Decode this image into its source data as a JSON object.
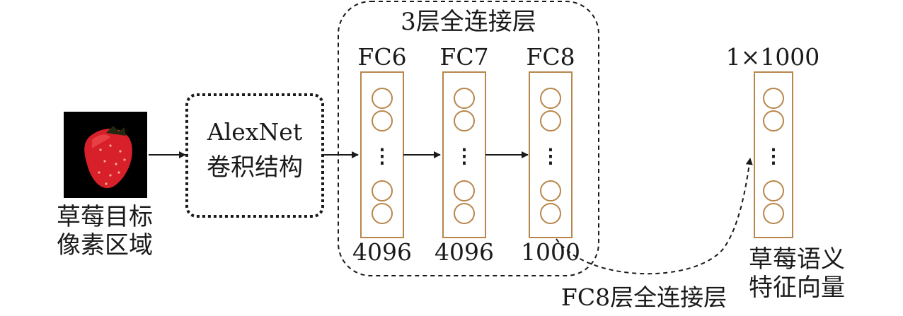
{
  "input": {
    "label_line1": "草莓目标",
    "label_line2": "像素区域"
  },
  "conv": {
    "line1": "AlexNet",
    "line2": "卷积结构"
  },
  "fc_group": {
    "title": "3层全连接层",
    "layers": [
      {
        "name": "FC6",
        "size": "4096"
      },
      {
        "name": "FC7",
        "size": "4096"
      },
      {
        "name": "FC8",
        "size": "1000"
      }
    ]
  },
  "fc8_annotation": "FC8层全连接层",
  "output": {
    "dims": "1×1000",
    "label_line1": "草莓语义",
    "label_line2": "特征向量"
  },
  "colors": {
    "neuron_stroke": "#b8864b",
    "fruit_red": "#d8202a",
    "background_black": "#000000"
  },
  "icons": {
    "ellipsis": "⋮"
  }
}
